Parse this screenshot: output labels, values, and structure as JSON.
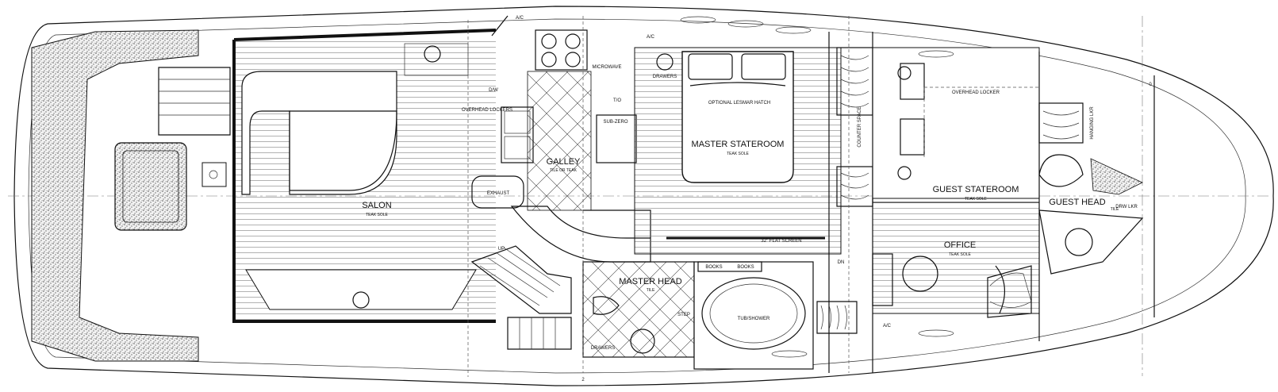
{
  "rooms": {
    "salon": "SALON",
    "salon_sole": "TEAK SOLE",
    "galley": "GALLEY",
    "galley_sole": "TILE OR TEAK",
    "master_stateroom": "MASTER STATEROOM",
    "master_sole": "TEAK SOLE",
    "master_head": "MASTER HEAD",
    "master_head_sole": "TILE",
    "guest_stateroom": "GUEST STATEROOM",
    "guest_sole": "TEAK SOLE",
    "guest_head": "GUEST HEAD",
    "guest_head_sole": "TILE",
    "office": "OFFICE",
    "office_sole": "TEAK SOLE"
  },
  "notes": {
    "optional_lesmar_hatch": "OPTIONAL LESMAR HATCH",
    "overhead_locker": "OVERHEAD LOCKER",
    "overhead_lockers": "OVERHEAD LOCKERS",
    "flat_screen": "32\" FLAT SCREEN",
    "microwave": "MICROWAVE",
    "sub_zero": "SUB-ZERO",
    "to": "T/O",
    "ac": "A/C",
    "dw": "D/W",
    "exhaust": "EXHAUST",
    "books_1": "BOOKS",
    "books_2": "BOOKS",
    "tub_shower": "TUB/SHOWER",
    "step": "STEP",
    "drawers": "DRAWERS",
    "hanging_locker": "HANGING LKR",
    "counter_space": "COUNTER SPACE",
    "drawer_lkr": "DRW LKR",
    "up": "UP",
    "dn": "DN",
    "zero": "0",
    "two": "2"
  },
  "colors": {
    "line": "#111111",
    "stipple": "#8a8a8a",
    "background": "#ffffff"
  }
}
